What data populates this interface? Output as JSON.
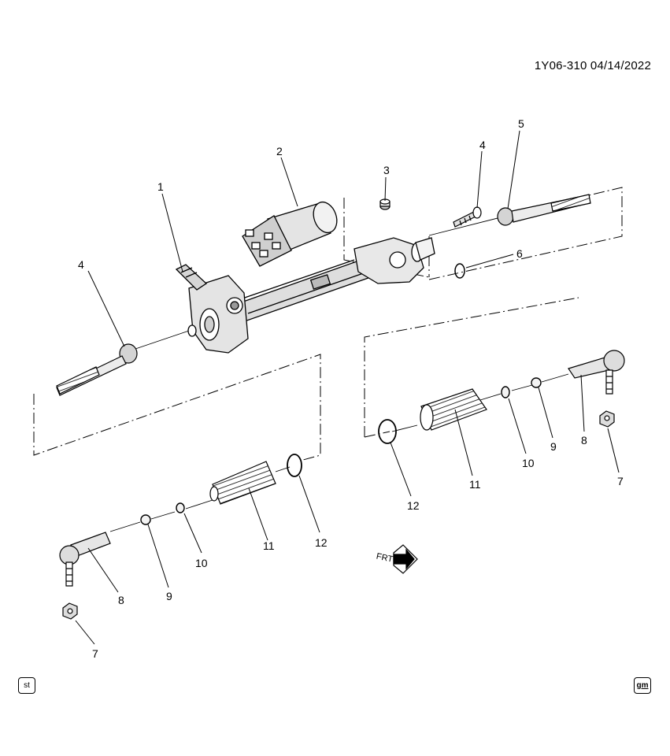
{
  "header": {
    "doc_id": "1Y06-310  04/14/2022"
  },
  "callouts": {
    "c1": "1",
    "c2": "2",
    "c3": "3",
    "c4_top": "4",
    "c4_left": "4",
    "c5": "5",
    "c6": "6",
    "c7_right": "7",
    "c8_right": "8",
    "c9_right": "9",
    "c10_right": "10",
    "c11_right": "11",
    "c12_right": "12",
    "c7_left": "7",
    "c8_left": "8",
    "c9_left": "9",
    "c10_left": "10",
    "c11_left": "11",
    "c12_left": "12"
  },
  "front_indicator": {
    "label": "FRT"
  },
  "badges": {
    "left": "st",
    "right": "gm"
  },
  "colors": {
    "ink": "#000000",
    "background": "#ffffff",
    "shade": "#d9d9d9"
  }
}
